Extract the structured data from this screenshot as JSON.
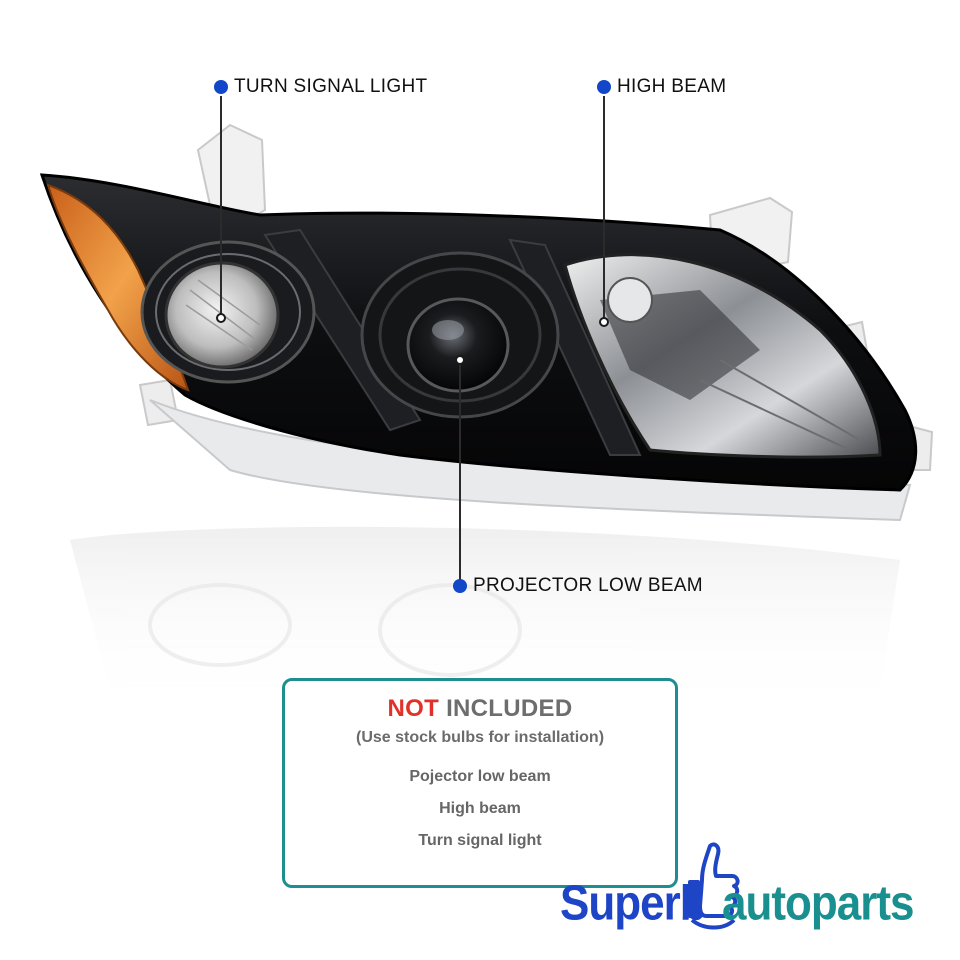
{
  "callouts": {
    "turn_signal": "TURN SIGNAL LIGHT",
    "high_beam": "HIGH BEAM",
    "projector_low_beam": "PROJECTOR LOW BEAM"
  },
  "info_box": {
    "title_red": "NOT",
    "title_rest": "INCLUDED",
    "subtitle": "(Use stock bulbs for installation)",
    "items": [
      "Pojector low beam",
      "High beam",
      "Turn signal light"
    ]
  },
  "logo": {
    "left_text": "Superb",
    "right_text": "autoparts",
    "icon": "thumbs-up-icon"
  },
  "colors": {
    "callout_dot": "#1147c8",
    "box_border": "#1f8e91",
    "not_red": "#e0322a",
    "logo_blue": "#1f45c7",
    "logo_teal": "#1a8f8f",
    "housing": "#0c0c0e",
    "amber": "#e0852a"
  }
}
